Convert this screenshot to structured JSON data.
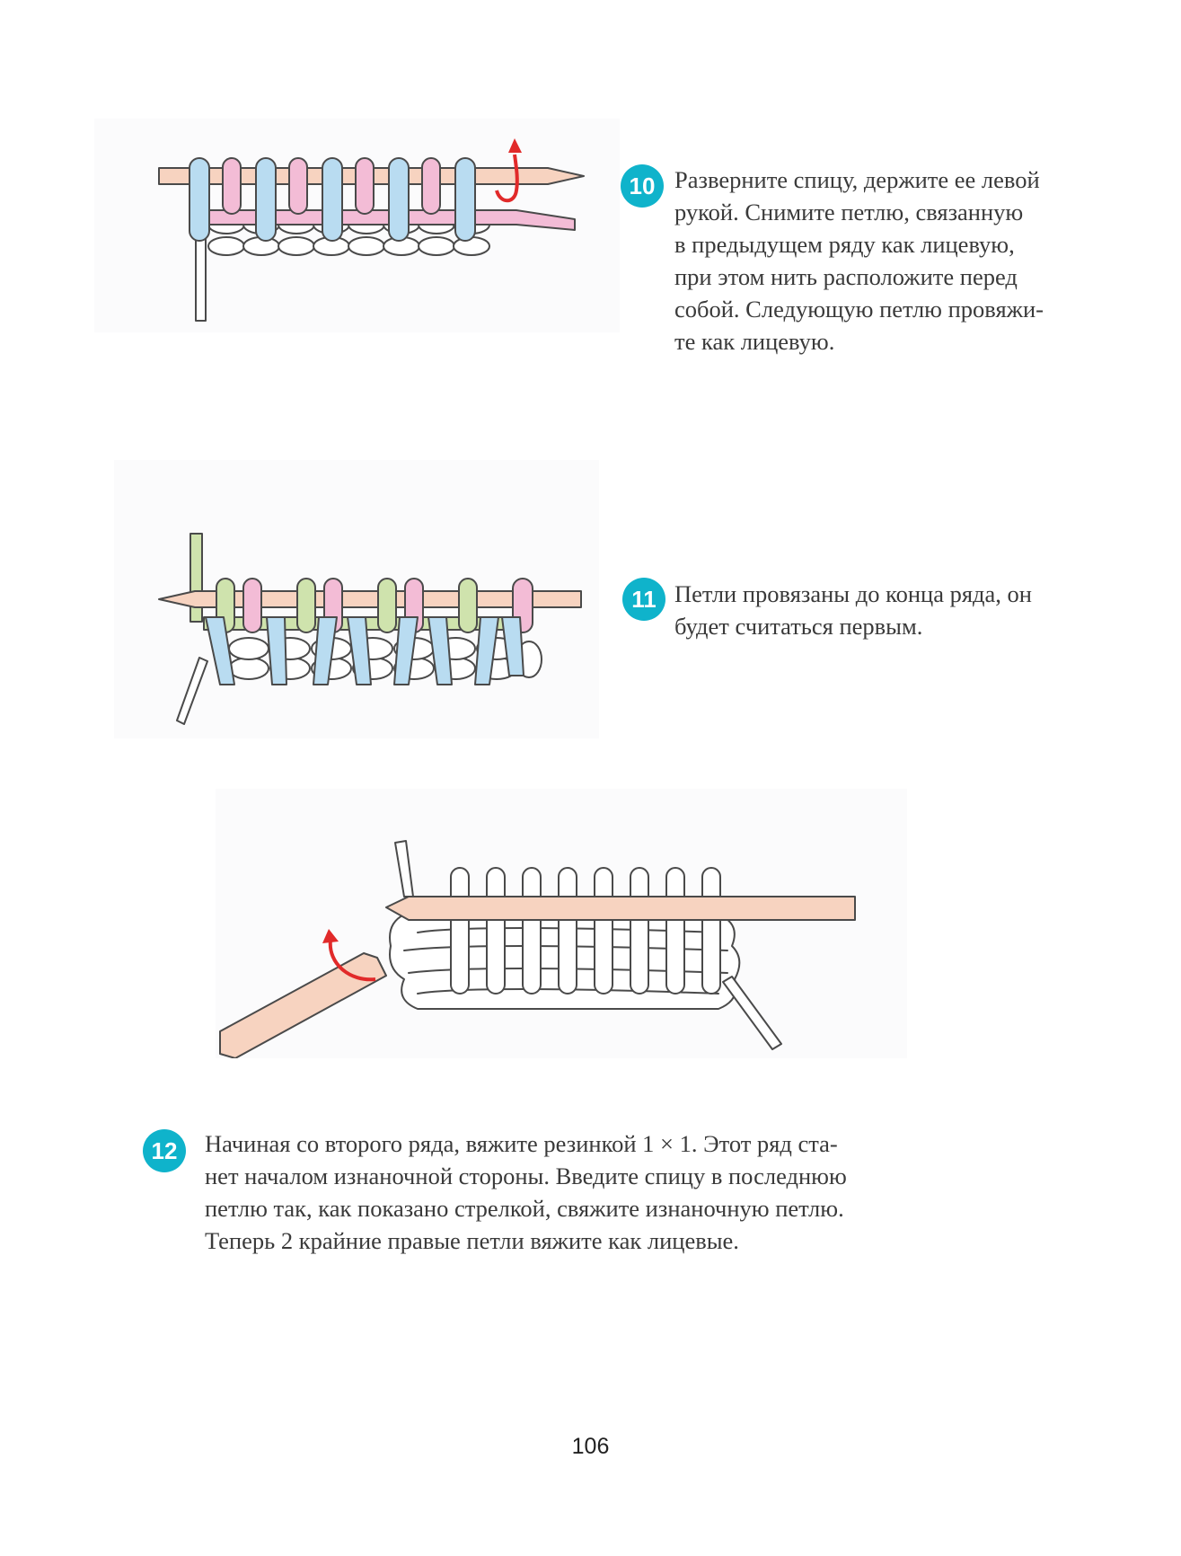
{
  "colors": {
    "badge": "#0fb3cb",
    "needle": "#f7d3c0",
    "arrow": "#e12a2a",
    "yarn_blue": "#b9dcf1",
    "yarn_pink": "#f3bcd6",
    "yarn_green": "#cfe3ad"
  },
  "steps": [
    {
      "number": "10",
      "lines": [
        "Разверните спицу, держите ее левой",
        "рукой. Снимите петлю, связанную",
        "в предыдущем ряду как лицевую,",
        "при этом нить расположите перед",
        "собой. Следующую петлю провяжи-",
        "те как лицевую."
      ]
    },
    {
      "number": "11",
      "lines": [
        "Петли провязаны до конца ряда, он",
        "будет считаться первым."
      ]
    },
    {
      "number": "12",
      "lines": [
        "Начиная со второго ряда, вяжите резинкой 1 × 1. Этот ряд ста-",
        "нет началом изнаночной стороны. Введите спицу в последнюю",
        "петлю так, как показано стрелкой, свяжите изнаночную петлю.",
        "Теперь 2 крайние правые петли вяжите как лицевые."
      ]
    }
  ],
  "page_number": "106"
}
